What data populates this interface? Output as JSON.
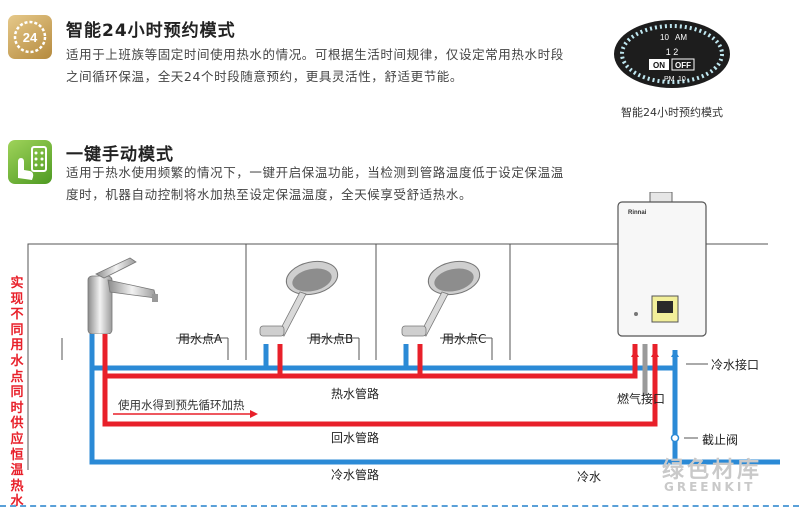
{
  "mode_timed": {
    "icon": "clock-24-icon",
    "icon_text": "24",
    "title": "智能24小时预约模式",
    "description": "适用于上班族等固定时间使用热水的情况。可根据生活时间规律，仅设定常用热水时段之间循环保温，全天24个时段随意预约，更具灵活性，舒适更节能。"
  },
  "timer_dial": {
    "caption": "智能24小时预约模式",
    "am": "AM",
    "pm": "PM",
    "on": "ON",
    "off": "OFF",
    "top_number": "10",
    "bottom_number": "10",
    "dial_digits": "1 2"
  },
  "mode_manual": {
    "icon": "hand-press-icon",
    "title": "一键手动模式",
    "description": "适用于热水使用频繁的情况下，一键开启保温功能，当检测到管路温度低于设定保温温度时，机器自动控制将水加热至设定保温温度，全天候享受舒适热水。"
  },
  "side_label": "实现不同用水点同时供应恒温热水",
  "heater": {
    "brand": "Rinnai"
  },
  "diagram": {
    "points": [
      "用水点A",
      "用水点B",
      "用水点C"
    ],
    "hot_pipe": "热水管路",
    "return_pipe": "回水管路",
    "cold_pipe": "冷水管路",
    "arrow_note": "使用水得到预先循环加热",
    "cold_inlet": "冷水接口",
    "gas_inlet": "燃气接口",
    "stop_valve": "截止阀",
    "cold_water": "冷水"
  },
  "colors": {
    "hot": "#e8202a",
    "cold": "#2b8ad6",
    "gas": "#9a9a9a"
  },
  "watermark": {
    "cn": "绿色材库",
    "en": "GREENKIT"
  }
}
